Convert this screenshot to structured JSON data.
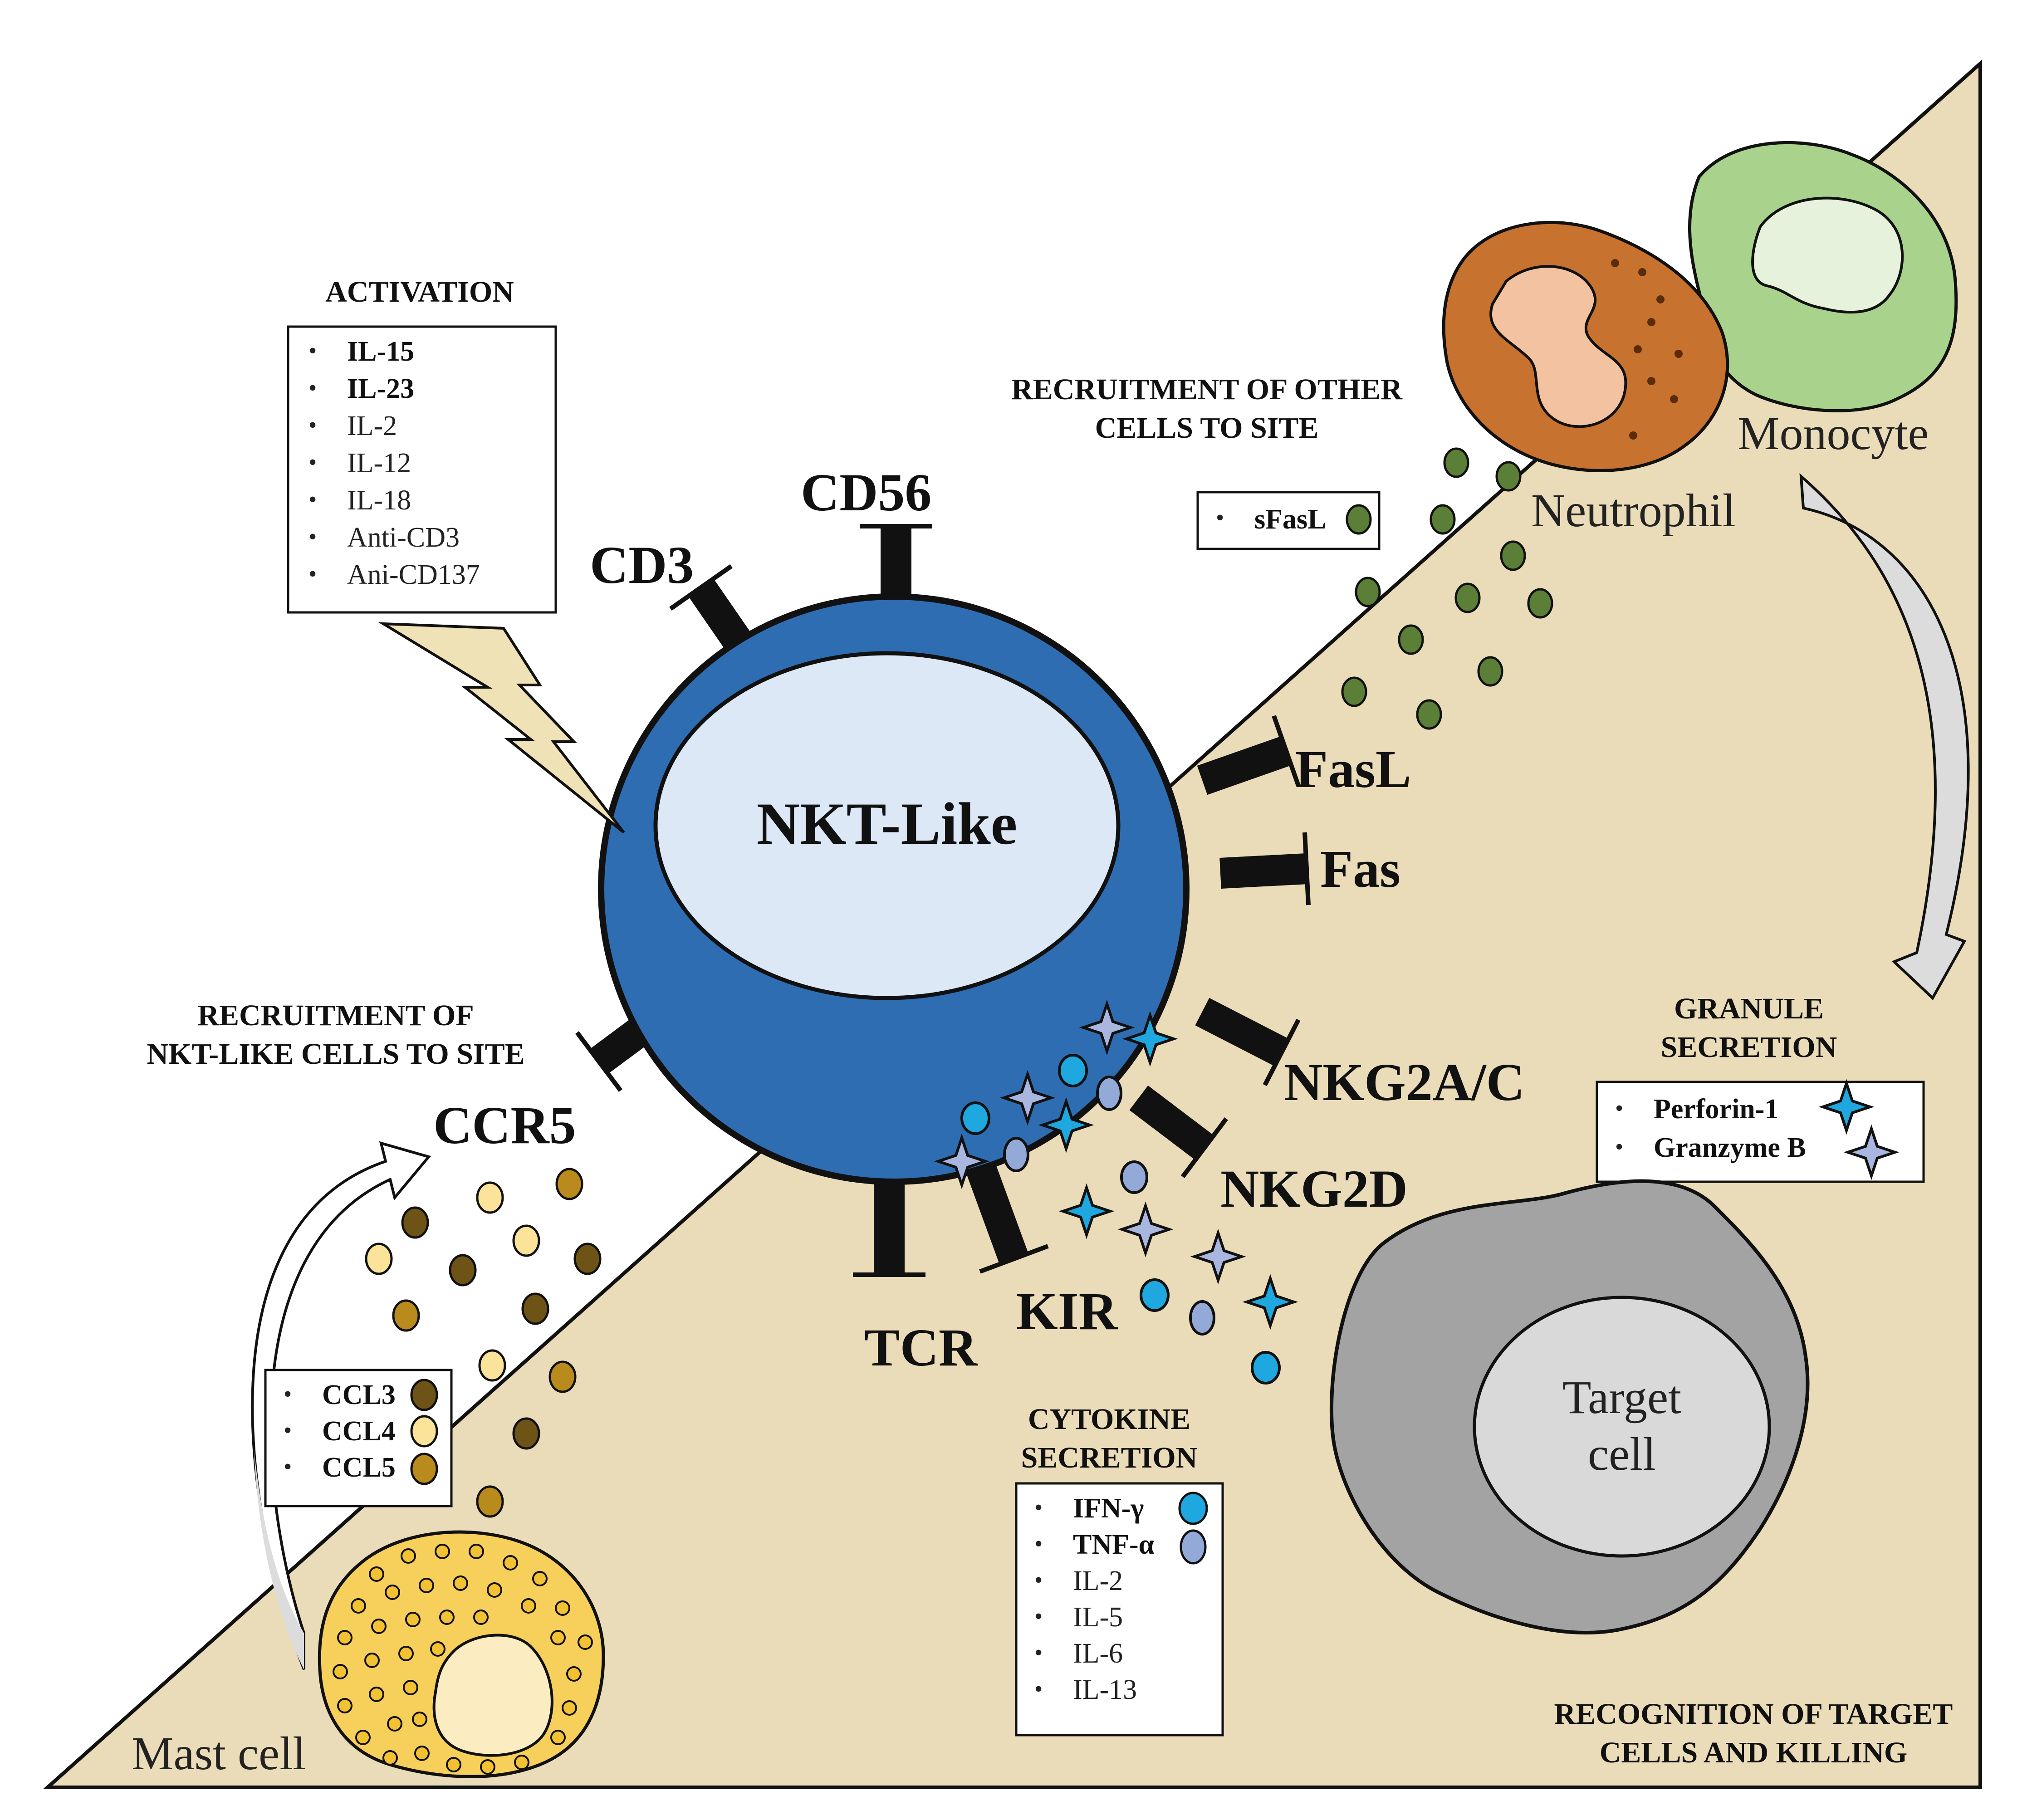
{
  "colors": {
    "background_triangle": "#eadcb8",
    "nkt_cell": "#2f6db3",
    "nkt_nucleus": "#dce8f5",
    "neutrophil": "#c8722f",
    "neutrophil_nucleus": "#f3c2a0",
    "monocyte": "#a9d38d",
    "monocyte_nucleus": "#e6f2dc",
    "mast_cell": "#f7cf5b",
    "mast_nucleus": "#fbecc2",
    "target_cell": "#a3a3a3",
    "target_nucleus": "#d9d9d9",
    "sfasl": "#5b7f36",
    "ccl3": "#6e5316",
    "ccl4": "#fbe39a",
    "ccl5": "#b98a1c",
    "ifn_gamma": "#1fa7e0",
    "tnf_alpha": "#93a9d8",
    "perforin": "#1fa7e0",
    "granzyme": "#a9b7e0",
    "lightning": "#efe2b6"
  },
  "cells": {
    "nkt": "NKT-Like",
    "neutrophil": "Neutrophil",
    "monocyte": "Monocyte",
    "mast": "Mast cell",
    "target_line1": "Target",
    "target_line2": "cell"
  },
  "receptors": {
    "cd3": "CD3",
    "cd56": "CD56",
    "fasl": "FasL",
    "fas": "Fas",
    "nkg2ac": "NKG2A/C",
    "nkg2d": "NKG2D",
    "kir": "KIR",
    "tcr": "TCR",
    "ccr5": "CCR5"
  },
  "activation": {
    "title": "ACTIVATION",
    "items": [
      "IL-15",
      "IL-23",
      "IL-2",
      "IL-12",
      "IL-18",
      "Anti-CD3",
      "Ani-CD137"
    ]
  },
  "recruit_other": {
    "line1": "RECRUITMENT  OF OTHER",
    "line2": "CELLS  TO SITE",
    "item": "sFasL"
  },
  "recruit_nkt": {
    "line1": "RECRUITMENT OF",
    "line2": "NKT-LIKE CELLS TO SITE",
    "items": [
      "CCL3",
      "CCL4",
      "CCL5"
    ]
  },
  "granule": {
    "line1": "GRANULE",
    "line2": "SECRETION",
    "items": [
      "Perforin-1",
      "Granzyme B"
    ]
  },
  "cytokine": {
    "line1": "CYTOKINE",
    "line2": "SECRETION",
    "items": [
      "IFN-γ",
      "TNF-α",
      "IL-2",
      "IL-5",
      "IL-6",
      "IL-13"
    ]
  },
  "recognition": {
    "line1": "RECOGNITION OF TARGET",
    "line2": "CELLS AND KILLING"
  }
}
